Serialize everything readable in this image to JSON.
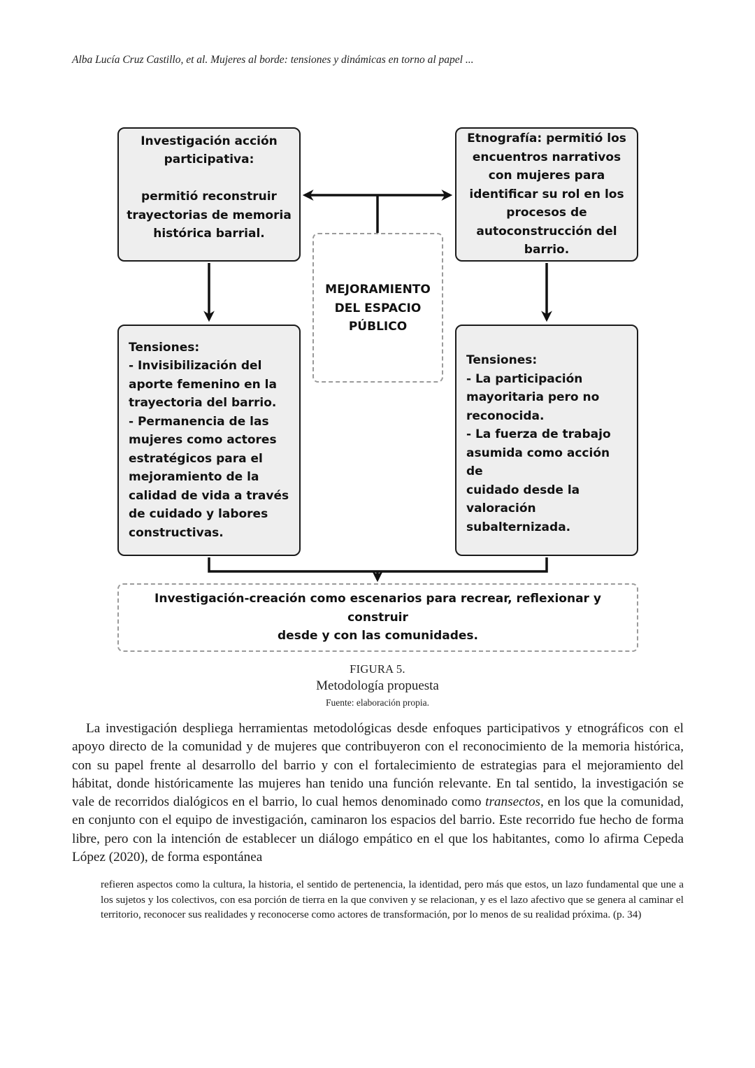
{
  "header": {
    "running_head": "Alba Lucía Cruz Castillo, et al. Mujeres al borde: tensiones y dinámicas en torno al papel ..."
  },
  "figure": {
    "boxes": {
      "iap": "Investigación acción\nparticipativa:\n\npermitió reconstruir\ntrayectorias de memoria\nhistórica barrial.",
      "etnografia": "Etnografía: permitió los\nencuentros narrativos\ncon mujeres para\nidentificar su rol en los\nprocesos de\nautoconstrucción del\nbarrio.",
      "center": "MEJORAMIENTO\nDEL ESPACIO\nPÚBLICO",
      "tensiones_left": "Tensiones:\n- Invisibilización del\naporte femenino en la\ntrayectoria del barrio.\n- Permanencia de las\nmujeres como actores\nestratégicos para el\nmejoramiento de la\ncalidad de vida a través\nde cuidado y labores\nconstructivas.",
      "tensiones_right": "Tensiones:\n- La participación\nmayoritaria pero no\nreconocida.\n- La fuerza de trabajo\nasumida como acción de\ncuidado desde la\nvaloración\nsubalternizada.",
      "bottom": "Investigación-creación como escenarios para recrear, reflexionar y construir\ndesde y con las comunidades."
    },
    "caption_number": "FIGURA 5.",
    "caption_title": "Metodología propuesta",
    "caption_source": "Fuente: elaboración propia."
  },
  "body": {
    "paragraph_before": "La investigación despliega herramientas metodológicas desde enfoques participativos y etnográficos con el apoyo directo de la comunidad y de mujeres que contribuyeron con el reconocimiento de la memoria histórica, con su papel frente al desarrollo del barrio y con el fortalecimiento de estrategias para el mejoramiento del hábitat, donde históricamente las mujeres han tenido una función relevante. En tal sentido, la investigación se vale de recorridos dialógicos en el barrio, lo cual hemos denominado como ",
    "paragraph_italic": "transectos",
    "paragraph_after": ", en los que la comunidad, en conjunto con el equipo de investigación, caminaron los espacios del barrio. Este recorrido fue hecho de forma libre, pero con la intención de establecer un diálogo empático en el que los habitantes, como lo afirma Cepeda López (2020), de forma espontánea",
    "quote": "refieren aspectos como la cultura, la historia, el sentido de pertenencia, la identidad, pero más que estos, un lazo fundamental que une a los sujetos y los colectivos, con esa porción de tierra en la que conviven y se relacionan, y es el lazo afectivo que se genera al caminar el territorio, reconocer sus realidades y reconocerse como actores de transformación, por lo menos de su realidad próxima. (p. 34)"
  }
}
